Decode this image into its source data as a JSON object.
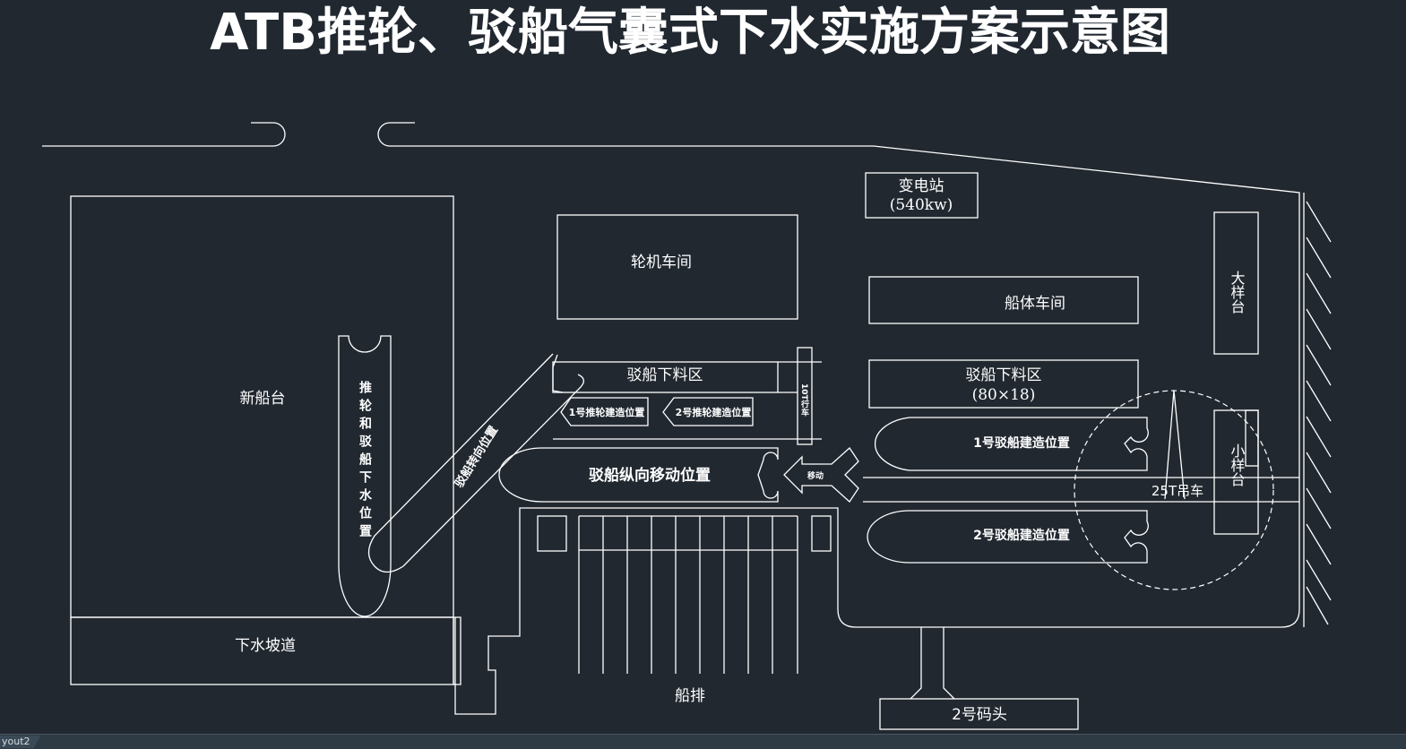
{
  "title": "ATB推轮、驳船气囊式下水实施方案示意图",
  "labels": {
    "new_berth": "新船台",
    "launch_slope": "下水坡道",
    "launch_position_vertical": "推轮和驳船下水位置",
    "turbine_workshop": "轮机车间",
    "substation_name": "变电站",
    "substation_power": "(540kw)",
    "hull_workshop": "船体车间",
    "big_sample_table": "大样台",
    "barge_cutting_area_1": "驳船下料区",
    "barge_cutting_area_2": "驳船下料区",
    "barge_cutting_area_2_size": "(80×18)",
    "pushboat_build_1": "1号推轮建造位置",
    "pushboat_build_2": "2号推轮建造位置",
    "rail_label": "10T行车",
    "barge_turn_position": "驳船转向位置",
    "barge_long_move": "驳船纵向移动位置",
    "move_arrow": "移动",
    "barge_build_1": "1号驳船建造位置",
    "barge_build_2": "2号驳船建造位置",
    "crane": "25T吊车",
    "small_sample_table": "小样台",
    "slipway": "船排",
    "wharf_2": "2号码头"
  },
  "tabs": {
    "layout": "yout2"
  }
}
